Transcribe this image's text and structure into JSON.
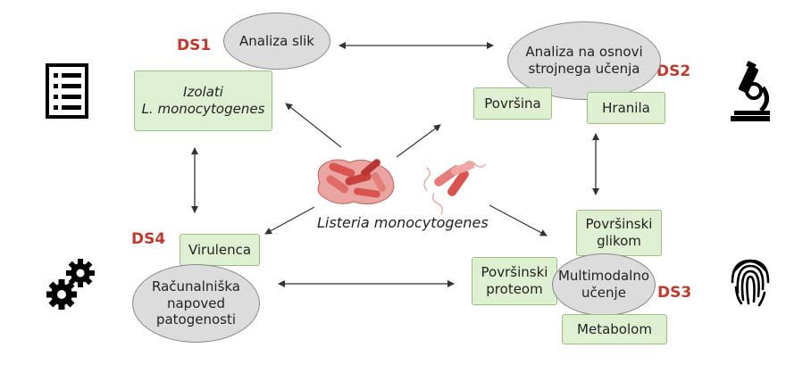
{
  "labels": {
    "ds1": "DS1",
    "ds2": "DS2",
    "ds3": "DS3",
    "ds4": "DS4"
  },
  "nodes": {
    "analiza_slik": "Analiza slik",
    "izolati_line1": "Izolati",
    "izolati_line2": "L. monocytogenes",
    "strojno_line1": "Analiza na osnovi",
    "strojno_line2": "strojnega učenja",
    "povrsina": "Površina",
    "hranila": "Hranila",
    "virulenca": "Virulenca",
    "racun_line1": "Računalniška",
    "racun_line2": "napoved",
    "racun_line3": "patogenosti",
    "glikom_line1": "Površinski",
    "glikom_line2": "glikom",
    "proteom_line1": "Površinski",
    "proteom_line2": "proteom",
    "multi_line1": "Multimodalno",
    "multi_line2": "učenje",
    "metabolom": "Metabolom"
  },
  "center": {
    "organism": "Listeria monocytogenes"
  },
  "icons": {
    "top_left": "checklist-icon",
    "top_right": "microscope-icon",
    "bottom_left": "gears-icon",
    "bottom_right": "fingerprint-icon"
  },
  "colors": {
    "ds_label": "#c0392b",
    "box_fill": "#dff0d2",
    "box_border": "#93c47d",
    "oval_fill": "#dcdcdc",
    "bacteria": "#d9534f"
  }
}
